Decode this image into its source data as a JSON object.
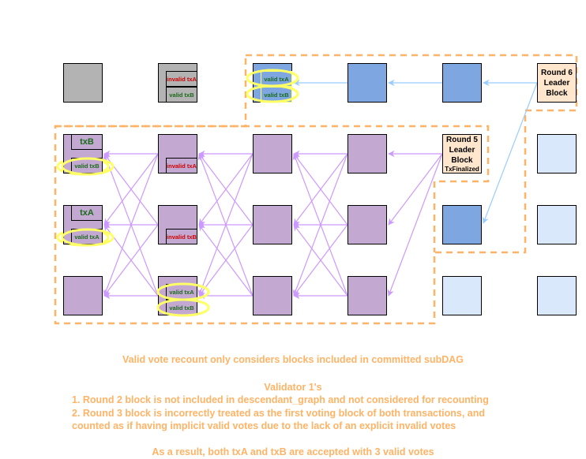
{
  "colors": {
    "committed_block": "#c3a9d2",
    "uncommitted_block": "#b3b3b3",
    "round6_block": "#7ea6e0",
    "future_block": "#dae8fc",
    "leader_block": "#ffe6cc",
    "dashed_boundary": "#ffb366",
    "highlight_ellipse": "#ffff66",
    "vote_edge": "#cc99ff",
    "round6_edge": "#99ccff",
    "invalid_text": "#cc0000",
    "valid_text": "#1a6b1a",
    "note_text": "#ffb366"
  },
  "leaders": {
    "round6": {
      "line1": "Round 6",
      "line2": "Leader",
      "line3": "Block"
    },
    "round5": {
      "line1": "Round 5",
      "line2": "Leader",
      "line3": "Block",
      "status": "TxFinalized"
    }
  },
  "tags": {
    "r2_top_invalid": "invalid txA",
    "r2_top_valid": "valid txB",
    "r4_top_valid_a": "valid txA",
    "r4_top_valid_b": "valid txB",
    "r1_row1_tx": "txB",
    "r1_row1_vote": "valid txB",
    "r1_row2_tx": "txA",
    "r1_row2_vote": "valid txA",
    "r2_row1_vote": "invalid txA",
    "r2_row2_vote": "invalid txB",
    "r2_row3_vote_a": "valid txA",
    "r2_row3_vote_b": "valid txB"
  },
  "notes": {
    "headline": "Valid vote recount only considers blocks included in committed subDAG",
    "validator_title": "Validator 1's",
    "point1": "1. Round 2 block is not included in descendant_graph and not considered for recounting",
    "point2a": "2. Round 3 block is incorrectly treated as the first voting block of both transactions, and",
    "point2b": "counted as if having implicit valid votes due to the lack of an explicit invalid votes",
    "conclusion": "As a result, both txA and txB are accepted with 3 valid votes"
  }
}
